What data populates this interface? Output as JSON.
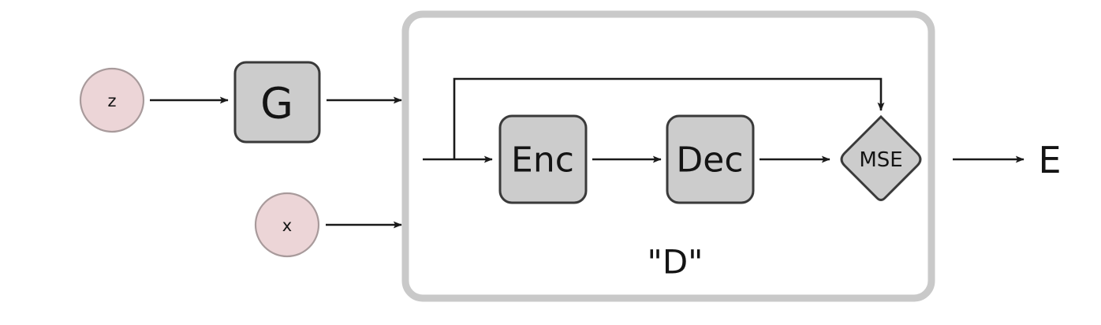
{
  "diagram": {
    "title_text": "",
    "colors": {
      "node_fill": "#cccccc",
      "node_stroke": "#3a3a3a",
      "circle_fill": "#ecd5d7",
      "circle_stroke": "#a89a9b",
      "container_stroke": "#c9c9c9",
      "arrow_color": "#1a1a1a",
      "text_color": "#141414",
      "background": "#ffffff"
    },
    "nodes": {
      "latent": {
        "label": "z",
        "shape": "circle"
      },
      "generator": {
        "label": "G",
        "shape": "rounded-rect"
      },
      "real_input": {
        "label": "x",
        "shape": "circle"
      },
      "encoder": {
        "label": "Enc",
        "shape": "rounded-rect"
      },
      "decoder": {
        "label": "Dec",
        "shape": "rounded-rect"
      },
      "mse": {
        "label": "MSE",
        "shape": "diamond"
      },
      "output": {
        "label": "E",
        "shape": "text"
      },
      "container": {
        "label": "\"D\"",
        "shape": "rounded-rect-outline"
      }
    },
    "edges": [
      {
        "from": "z",
        "to": "G",
        "label": ""
      },
      {
        "from": "G",
        "to": "D",
        "label": ""
      },
      {
        "from": "x",
        "to": "D",
        "label": ""
      },
      {
        "from": "input",
        "to": "Enc",
        "label": ""
      },
      {
        "from": "Enc",
        "to": "Dec",
        "label": ""
      },
      {
        "from": "Dec",
        "to": "MSE",
        "label": ""
      },
      {
        "from": "input-skip",
        "to": "MSE",
        "label": ""
      },
      {
        "from": "MSE",
        "to": "E",
        "label": ""
      }
    ]
  }
}
